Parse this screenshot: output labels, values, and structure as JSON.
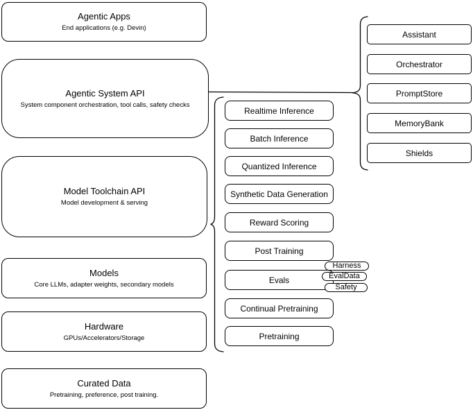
{
  "diagram": {
    "background": "#ffffff",
    "stroke_color": "#000000"
  },
  "left_stack": [
    {
      "title": "Agentic Apps",
      "subtitle": "End applications (e.g. Devin)"
    },
    {
      "title": "Agentic System API",
      "subtitle": "System component orchestration, tool calls, safety checks"
    },
    {
      "title": "Model Toolchain API",
      "subtitle": "Model development & serving"
    },
    {
      "title": "Models",
      "subtitle": "Core LLMs, adapter weights, secondary models"
    },
    {
      "title": "Hardware",
      "subtitle": "GPUs/Accelerators/Storage"
    },
    {
      "title": "Curated Data",
      "subtitle": "Pretraining, preference, post training."
    }
  ],
  "toolchain_group": {
    "items": [
      "Realtime Inference",
      "Batch Inference",
      "Quantized Inference",
      "Synthetic Data Generation",
      "Reward Scoring",
      "Post Training",
      "Evals",
      "Continual Pretraining",
      "Pretraining"
    ]
  },
  "evals_tags": [
    "Harness",
    "EvalData",
    "Safety"
  ],
  "components_group": {
    "items": [
      "Assistant",
      "Orchestrator",
      "PromptStore",
      "MemoryBank",
      "Shields"
    ]
  }
}
